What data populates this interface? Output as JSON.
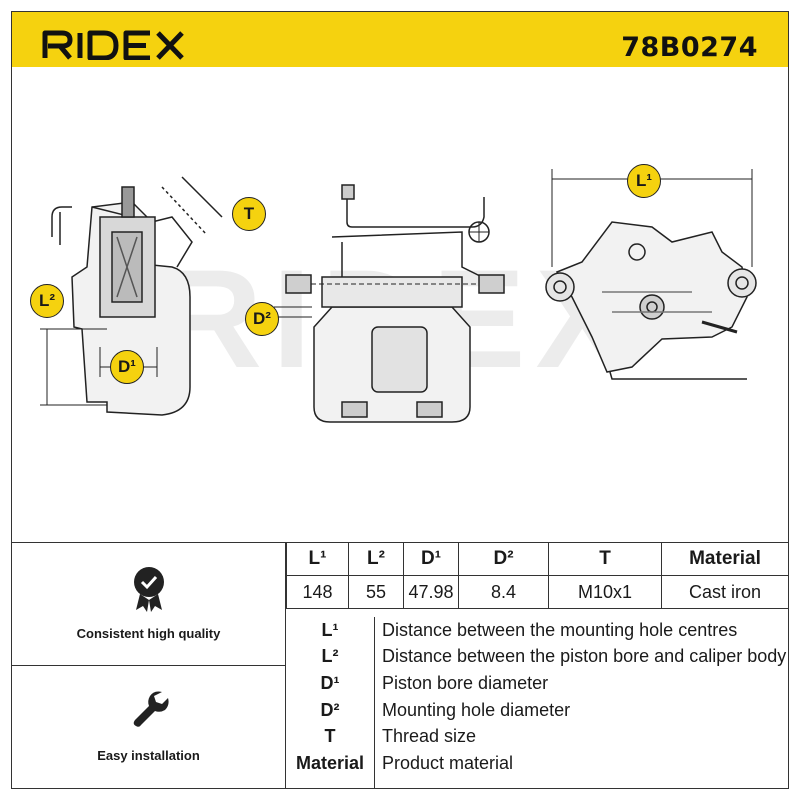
{
  "brand": "RIDEX",
  "part_number": "78B0274",
  "colors": {
    "brand_yellow": "#f5d20f",
    "line": "#333333"
  },
  "watermark": "RIDEX",
  "dimension_badges": {
    "left_view": [
      "L²",
      "D¹"
    ],
    "middle_view": [
      "D²"
    ],
    "top_left": "T",
    "right_view": "L¹"
  },
  "features": [
    {
      "icon": "quality-badge-icon",
      "label": "Consistent high quality"
    },
    {
      "icon": "wrench-icon",
      "label": "Easy installation"
    }
  ],
  "spec_table": {
    "headers": [
      "L¹",
      "L²",
      "D¹",
      "D²",
      "T",
      "Material"
    ],
    "values": [
      "148",
      "55",
      "47.98",
      "8.4",
      "M10x1",
      "Cast iron"
    ]
  },
  "legend": [
    {
      "key": "L¹",
      "desc": "Distance between the mounting hole centres"
    },
    {
      "key": "L²",
      "desc": "Distance between the piston bore and caliper body"
    },
    {
      "key": "D¹",
      "desc": "Piston bore diameter"
    },
    {
      "key": "D²",
      "desc": "Mounting hole diameter"
    },
    {
      "key": "T",
      "desc": "Thread size"
    },
    {
      "key": "Material",
      "desc": "Product material"
    }
  ]
}
